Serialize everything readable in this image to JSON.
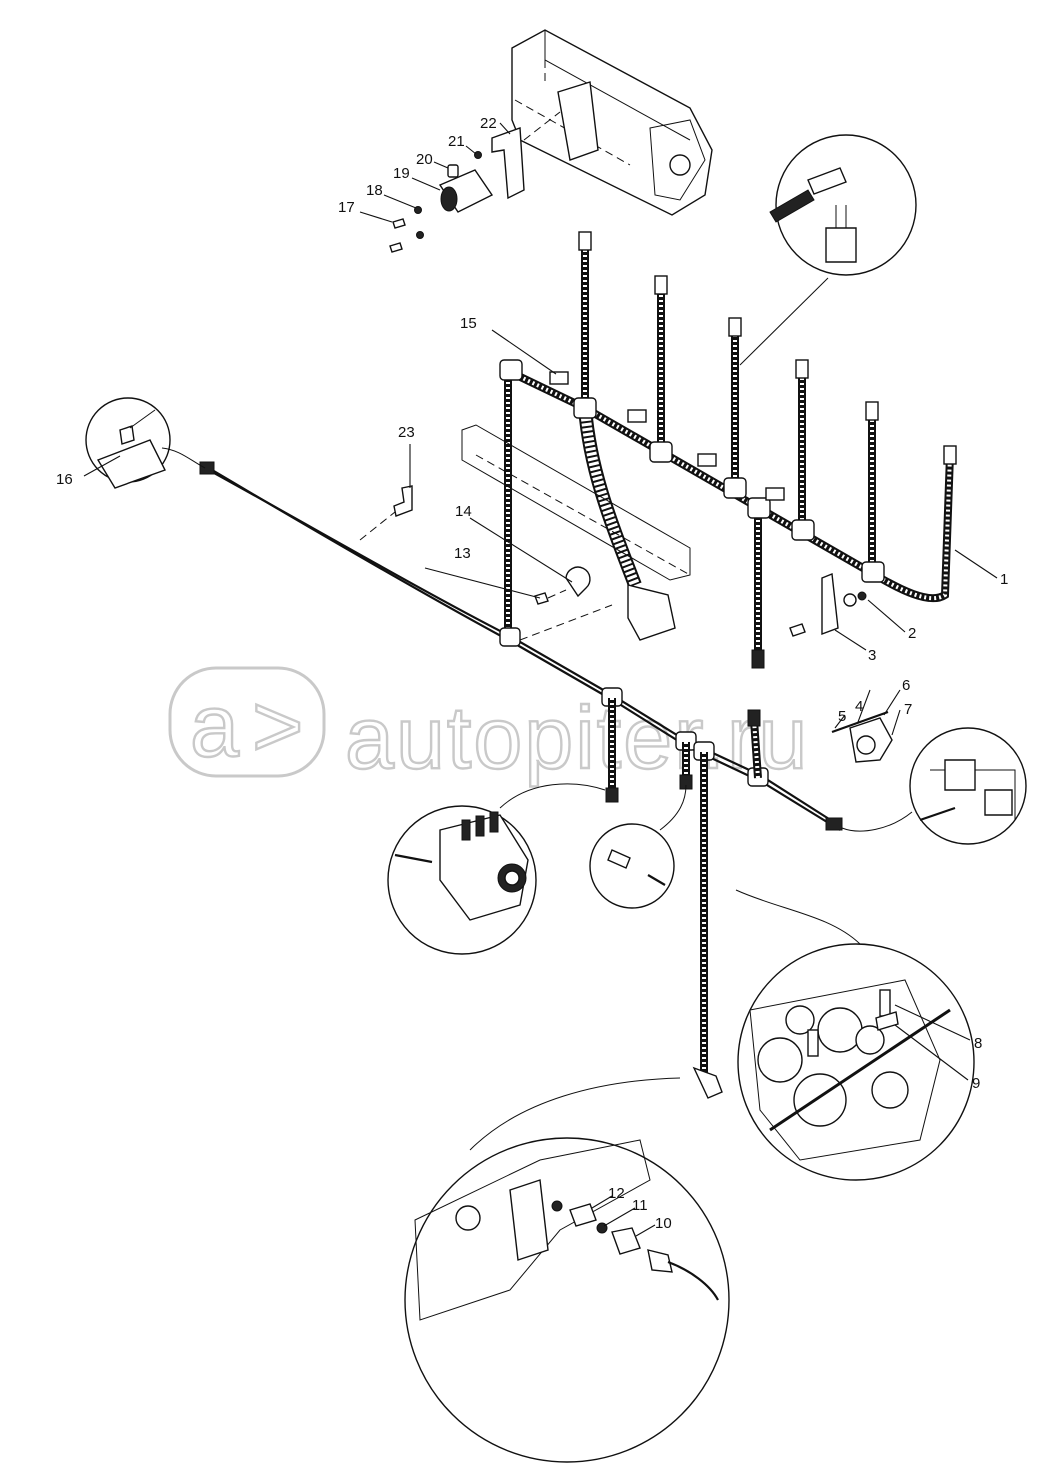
{
  "watermark": {
    "text": "autopiter.ru",
    "logo_letter": "a",
    "logo_arrow": ">"
  },
  "callouts": {
    "c1": "1",
    "c2": "2",
    "c3": "3",
    "c4": "4",
    "c5": "5",
    "c6": "6",
    "c7": "7",
    "c8": "8",
    "c9": "9",
    "c10": "10",
    "c11": "11",
    "c12": "12",
    "c13": "13",
    "c14": "14",
    "c15": "15",
    "c16": "16",
    "c17": "17",
    "c18": "18",
    "c19": "19",
    "c20": "20",
    "c21": "21",
    "c22": "22",
    "c23": "23"
  }
}
